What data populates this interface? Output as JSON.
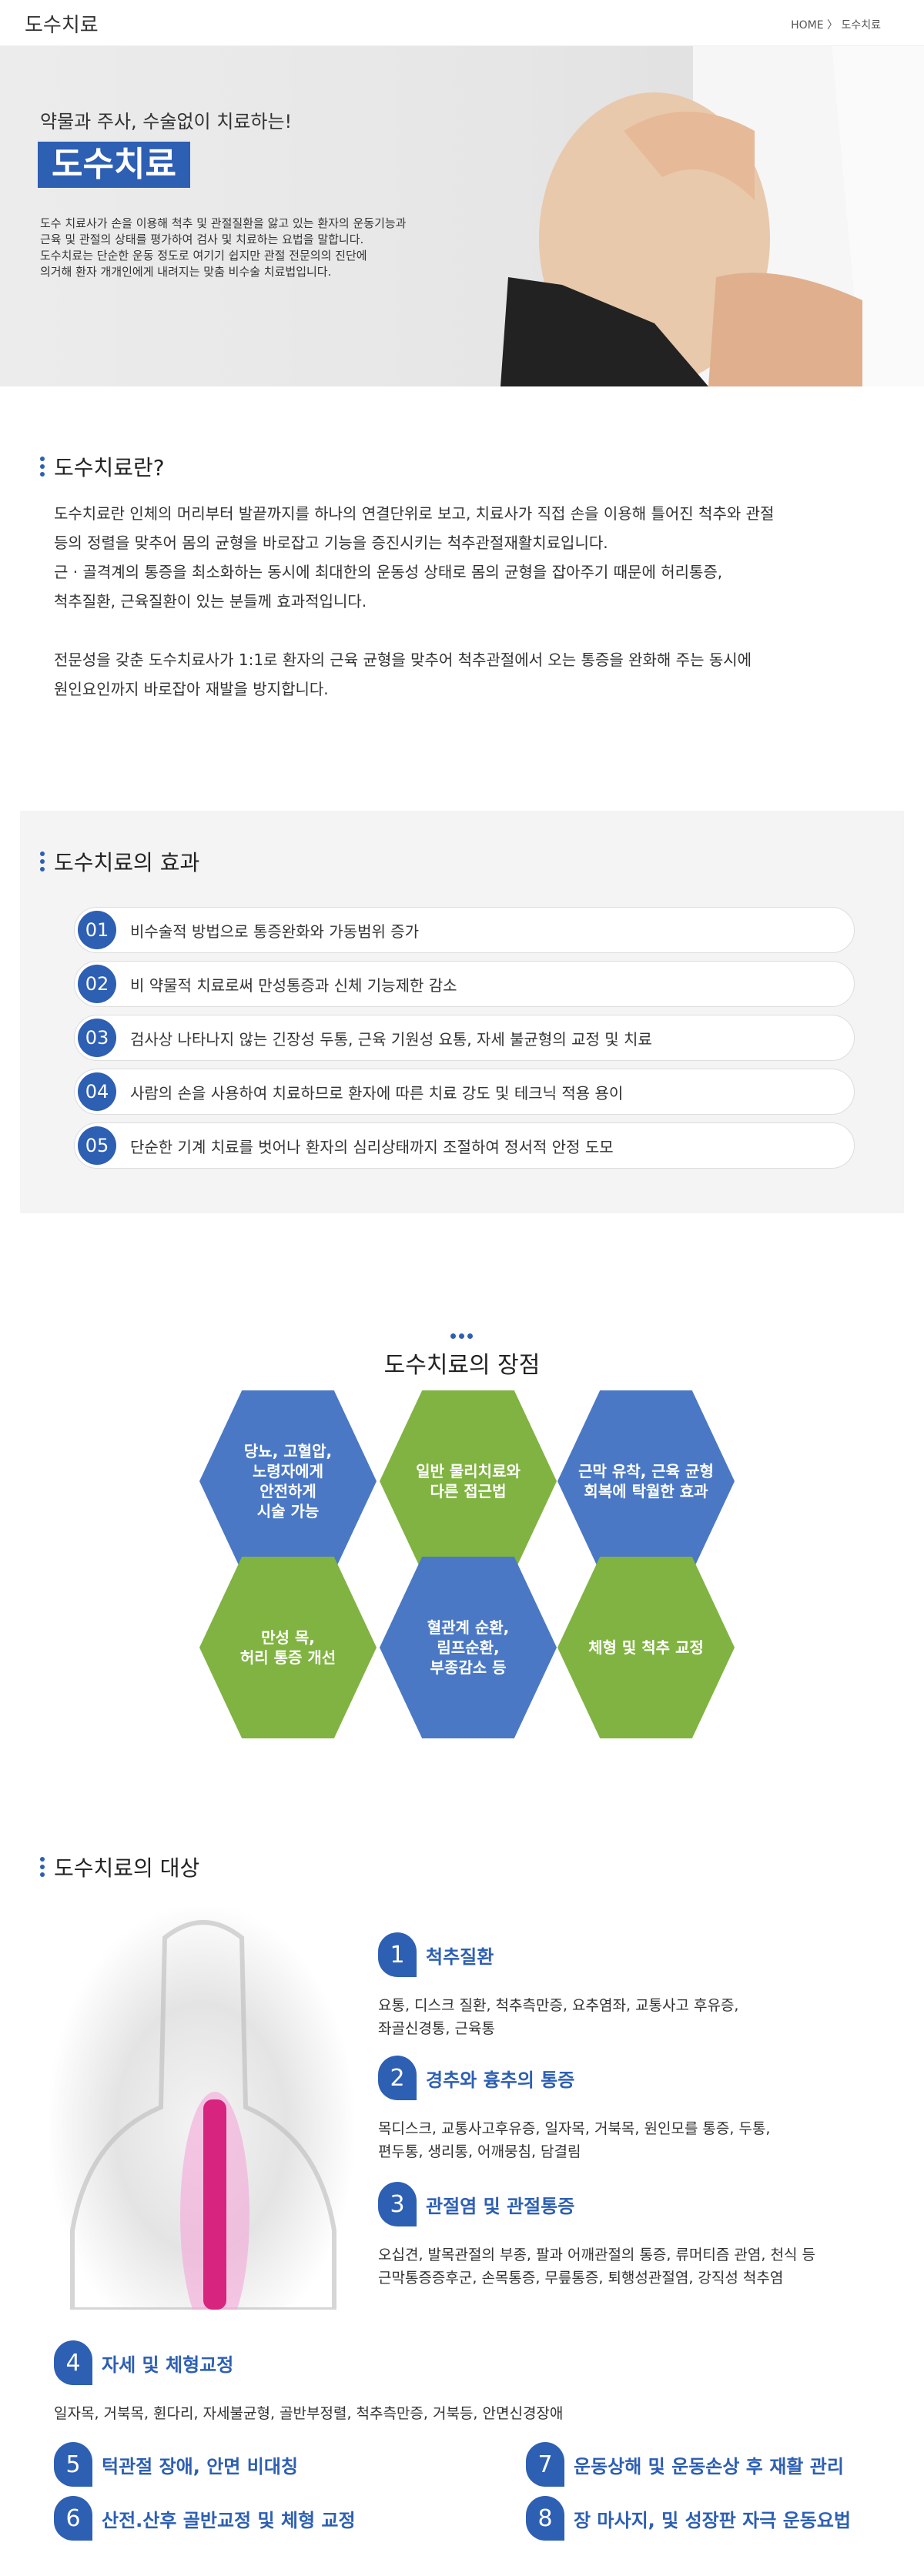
{
  "header": {
    "title": "도수치료",
    "breadcrumb": "HOME 〉 도수치료"
  },
  "hero": {
    "subtitle": "약물과 주사, 수술없이 치료하는!",
    "badge": "도수치료",
    "desc": [
      "도수 치료사가 손을 이용해 척추 및 관절질환을 앓고 있는 환자의 운동기능과",
      "근육 및 관절의 상태를 평가하여 검사 및 치료하는 요법을 말합니다.",
      "도수치료는 단순한 운동 정도로 여기기 쉽지만 관절 전문의의 진단에",
      "의거해 환자 개개인에게 내려지는 맞춤 비수술 치료법입니다."
    ]
  },
  "about": {
    "title": "도수치료란?",
    "lines": [
      "도수치료란 인체의 머리부터 발끝까지를 하나의 연결단위로 보고, 치료사가 직접 손을 이용해 틀어진 척추와 관절",
      "등의 정렬을 맞추어 몸의 균형을 바로잡고 기능을 증진시키는 척추관절재활치료입니다.",
      "근 · 골격계의 통증을 최소화하는 동시에 최대한의 운동성 상태로 몸의 균형을 잡아주기 때문에 허리통증,",
      "척추질환, 근육질환이 있는 분들께 효과적입니다.",
      "전문성을 갖춘 도수치료사가 1:1로 환자의 근육 균형을 맞추어 척추관절에서 오는 통증을 완화해 주는 동시에",
      "원인요인까지 바로잡아 재발을 방지합니다."
    ]
  },
  "effects": {
    "title": "도수치료의 효과",
    "items": [
      {
        "num": "01",
        "text": "비수술적 방법으로 통증완화와 가동범위 증가"
      },
      {
        "num": "02",
        "text": "비 약물적 치료로써 만성통증과 신체 기능제한 감소"
      },
      {
        "num": "03",
        "text": "검사상 나타나지 않는 긴장성 두통, 근육 기원성 요통, 자세 불균형의 교정 및 치료"
      },
      {
        "num": "04",
        "text": "사람의 손을 사용하여 치료하므로 환자에 따른 치료 강도 및 테크닉 적용 용이"
      },
      {
        "num": "05",
        "text": "단순한 기계 치료를 벗어나 환자의 심리상태까지 조절하여 정서적 안정 도모"
      }
    ]
  },
  "advantages": {
    "title": "도수치료의 장점",
    "items": [
      {
        "lines": [
          "당뇨, 고혈압,",
          "노령자에게",
          "안전하게",
          "시술 가능"
        ],
        "color": "#4a78c4"
      },
      {
        "lines": [
          "일반 물리치료와",
          "다른 접근법"
        ],
        "color": "#80b341"
      },
      {
        "lines": [
          "근막 유착, 근육 균형",
          "회복에 탁월한 효과"
        ],
        "color": "#4a78c4"
      },
      {
        "lines": [
          "만성 목,",
          "허리 통증 개선"
        ],
        "color": "#80b341"
      },
      {
        "lines": [
          "혈관계 순환,",
          "림프순환,",
          "부종감소 등"
        ],
        "color": "#4a78c4"
      },
      {
        "lines": [
          "체형 및 척추 교정"
        ],
        "color": "#80b341"
      }
    ]
  },
  "targets": {
    "title": "도수치료의 대상",
    "items": [
      {
        "num": "1",
        "title": "척추질환",
        "desc": [
          "요통, 디스크 질환, 척추측만증, 요추염좌, 교통사고 후유증,",
          "좌골신경통, 근육통"
        ]
      },
      {
        "num": "2",
        "title": "경추와 흉추의 통증",
        "desc": [
          "목디스크, 교통사고후유증, 일자목, 거북목, 원인모를 통증, 두통,",
          "편두통, 생리통, 어깨뭉침, 담결림"
        ]
      },
      {
        "num": "3",
        "title": "관절염 및 관절통증",
        "desc": [
          "오십견, 발목관절의 부종, 팔과 어깨관절의 통증, 류머티즘 관염, 천식 등",
          "근막통증증후군, 손목통증, 무릎통증, 퇴행성관절염, 강직성 척추염"
        ]
      },
      {
        "num": "4",
        "title": "자세 및 체형교정",
        "desc": [
          "일자목, 거북목, 휜다리, 자세불균형, 골반부정렬, 척추측만증, 거북등, 안면신경장애"
        ]
      },
      {
        "num": "5",
        "title": "턱관절 장애, 안면 비대칭"
      },
      {
        "num": "6",
        "title": "산전.산후 골반교정 및 체형 교정"
      },
      {
        "num": "7",
        "title": "운동상해 및 운동손상 후 재활 관리"
      },
      {
        "num": "8",
        "title": "장 마사지, 및 성장판 자극 운동요법"
      }
    ]
  },
  "accent": "#2d5fb3"
}
